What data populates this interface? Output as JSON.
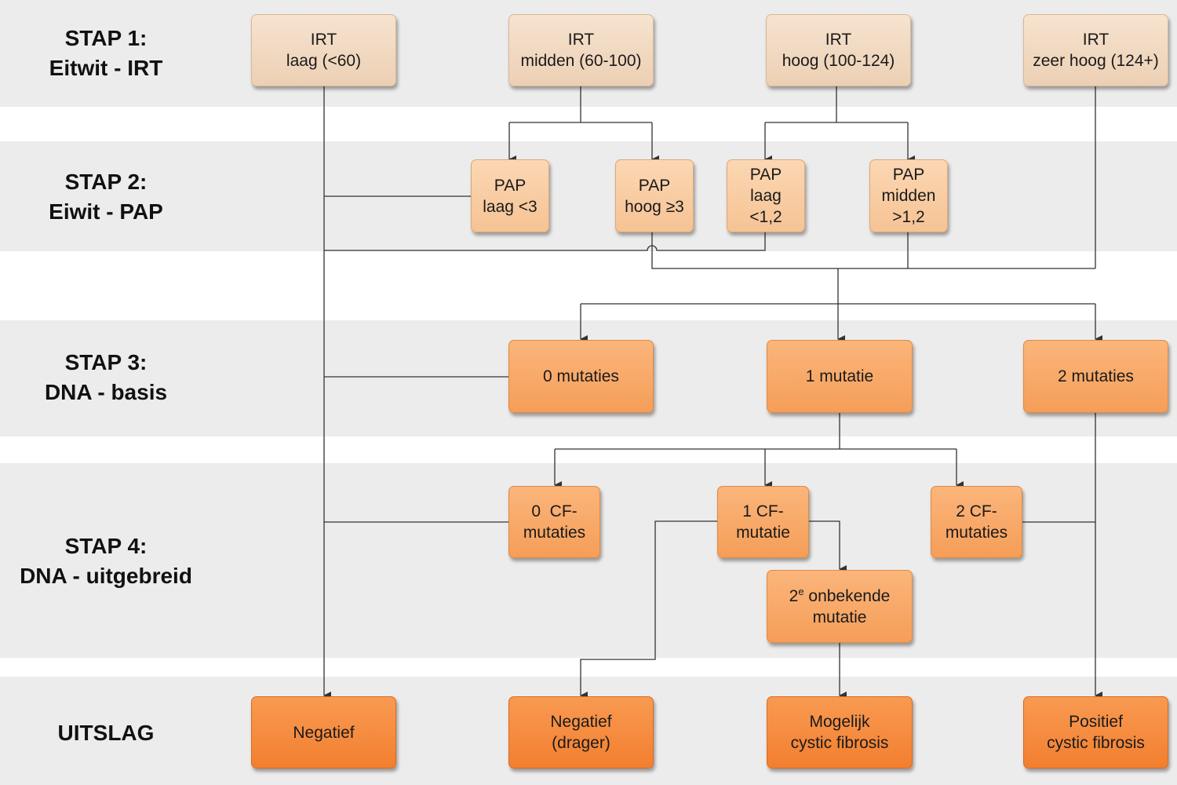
{
  "steps": {
    "stap1": {
      "line1": "STAP 1:",
      "line2": "Eitwit - IRT"
    },
    "stap2": {
      "line1": "STAP 2:",
      "line2": "Eiwit - PAP"
    },
    "stap3": {
      "line1": "STAP 3:",
      "line2": "DNA - basis"
    },
    "stap4": {
      "line1": "STAP 4:",
      "line2": "DNA - uitgebreid"
    },
    "uitslag": {
      "line1": "UITSLAG"
    }
  },
  "irt": {
    "laag": {
      "line1": "IRT",
      "line2": "laag (<60)"
    },
    "midden": {
      "line1": "IRT",
      "line2": "midden (60-100)"
    },
    "hoog": {
      "line1": "IRT",
      "line2": "hoog (100-124)"
    },
    "zeer_hoog": {
      "line1": "IRT",
      "line2": "zeer hoog (124+)"
    }
  },
  "pap": {
    "laag3": {
      "line1": "PAP",
      "line2": "laag <3"
    },
    "hoog3": {
      "line1": "PAP",
      "line2": "hoog ≥3"
    },
    "laag12": {
      "line1": "PAP",
      "line2": "laag",
      "line3": "<1,2"
    },
    "midden12": {
      "line1": "PAP",
      "line2": "midden",
      "line3": ">1,2"
    }
  },
  "dna_basis": {
    "m0": {
      "label": "0 mutaties"
    },
    "m1": {
      "label": "1 mutatie"
    },
    "m2": {
      "label": "2 mutaties"
    }
  },
  "dna_uitgebreid": {
    "cf0": {
      "line1": "0  CF-",
      "line2": "mutaties"
    },
    "cf1": {
      "line1": "1 CF-",
      "line2": "mutatie"
    },
    "cf2": {
      "line1": "2 CF-",
      "line2": "mutaties"
    },
    "onbekend": {
      "num": "2",
      "sup": "e",
      "line1_rest": " onbekende",
      "line2": "mutatie"
    }
  },
  "uitslag": {
    "negatief": {
      "line1": "Negatief"
    },
    "drager": {
      "line1": "Negatief",
      "line2": "(drager)"
    },
    "mogelijk": {
      "line1": "Mogelijk",
      "line2": "cystic fibrosis"
    },
    "positief": {
      "line1": "Positief",
      "line2": "cystic fibrosis"
    }
  },
  "colors": {
    "band": "#ececec",
    "irt_fill": "#efd6bd",
    "pap_fill": "#f8c99d",
    "dna_fill": "#f7a665",
    "result_fill": "#f4873a",
    "connector": "#333333"
  }
}
